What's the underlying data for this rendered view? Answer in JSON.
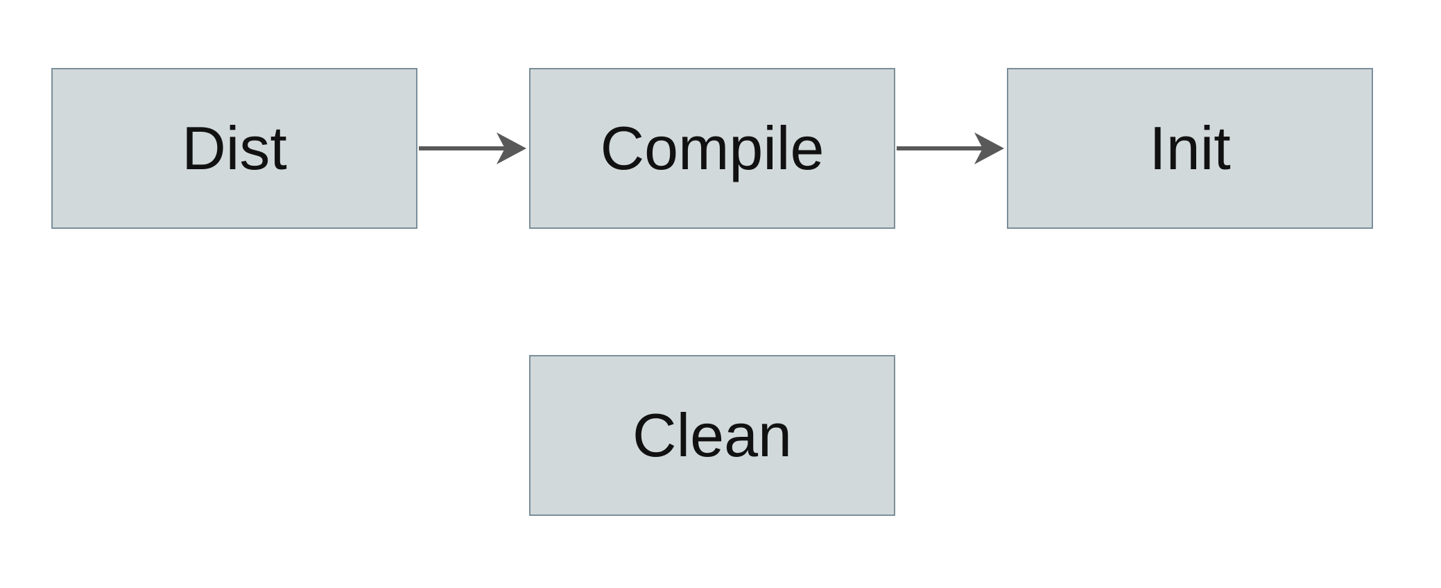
{
  "diagram": {
    "colors": {
      "background": "#ffffff",
      "node_fill": "#d2d9db",
      "node_border": "#7a8e99",
      "arrow": "#595959",
      "text": "#111111"
    },
    "nodes": [
      {
        "id": "dist",
        "label": "Dist"
      },
      {
        "id": "compile",
        "label": "Compile"
      },
      {
        "id": "init",
        "label": "Init"
      },
      {
        "id": "clean",
        "label": "Clean"
      }
    ],
    "edges": [
      {
        "from": "dist",
        "to": "compile"
      },
      {
        "from": "compile",
        "to": "init"
      }
    ]
  }
}
